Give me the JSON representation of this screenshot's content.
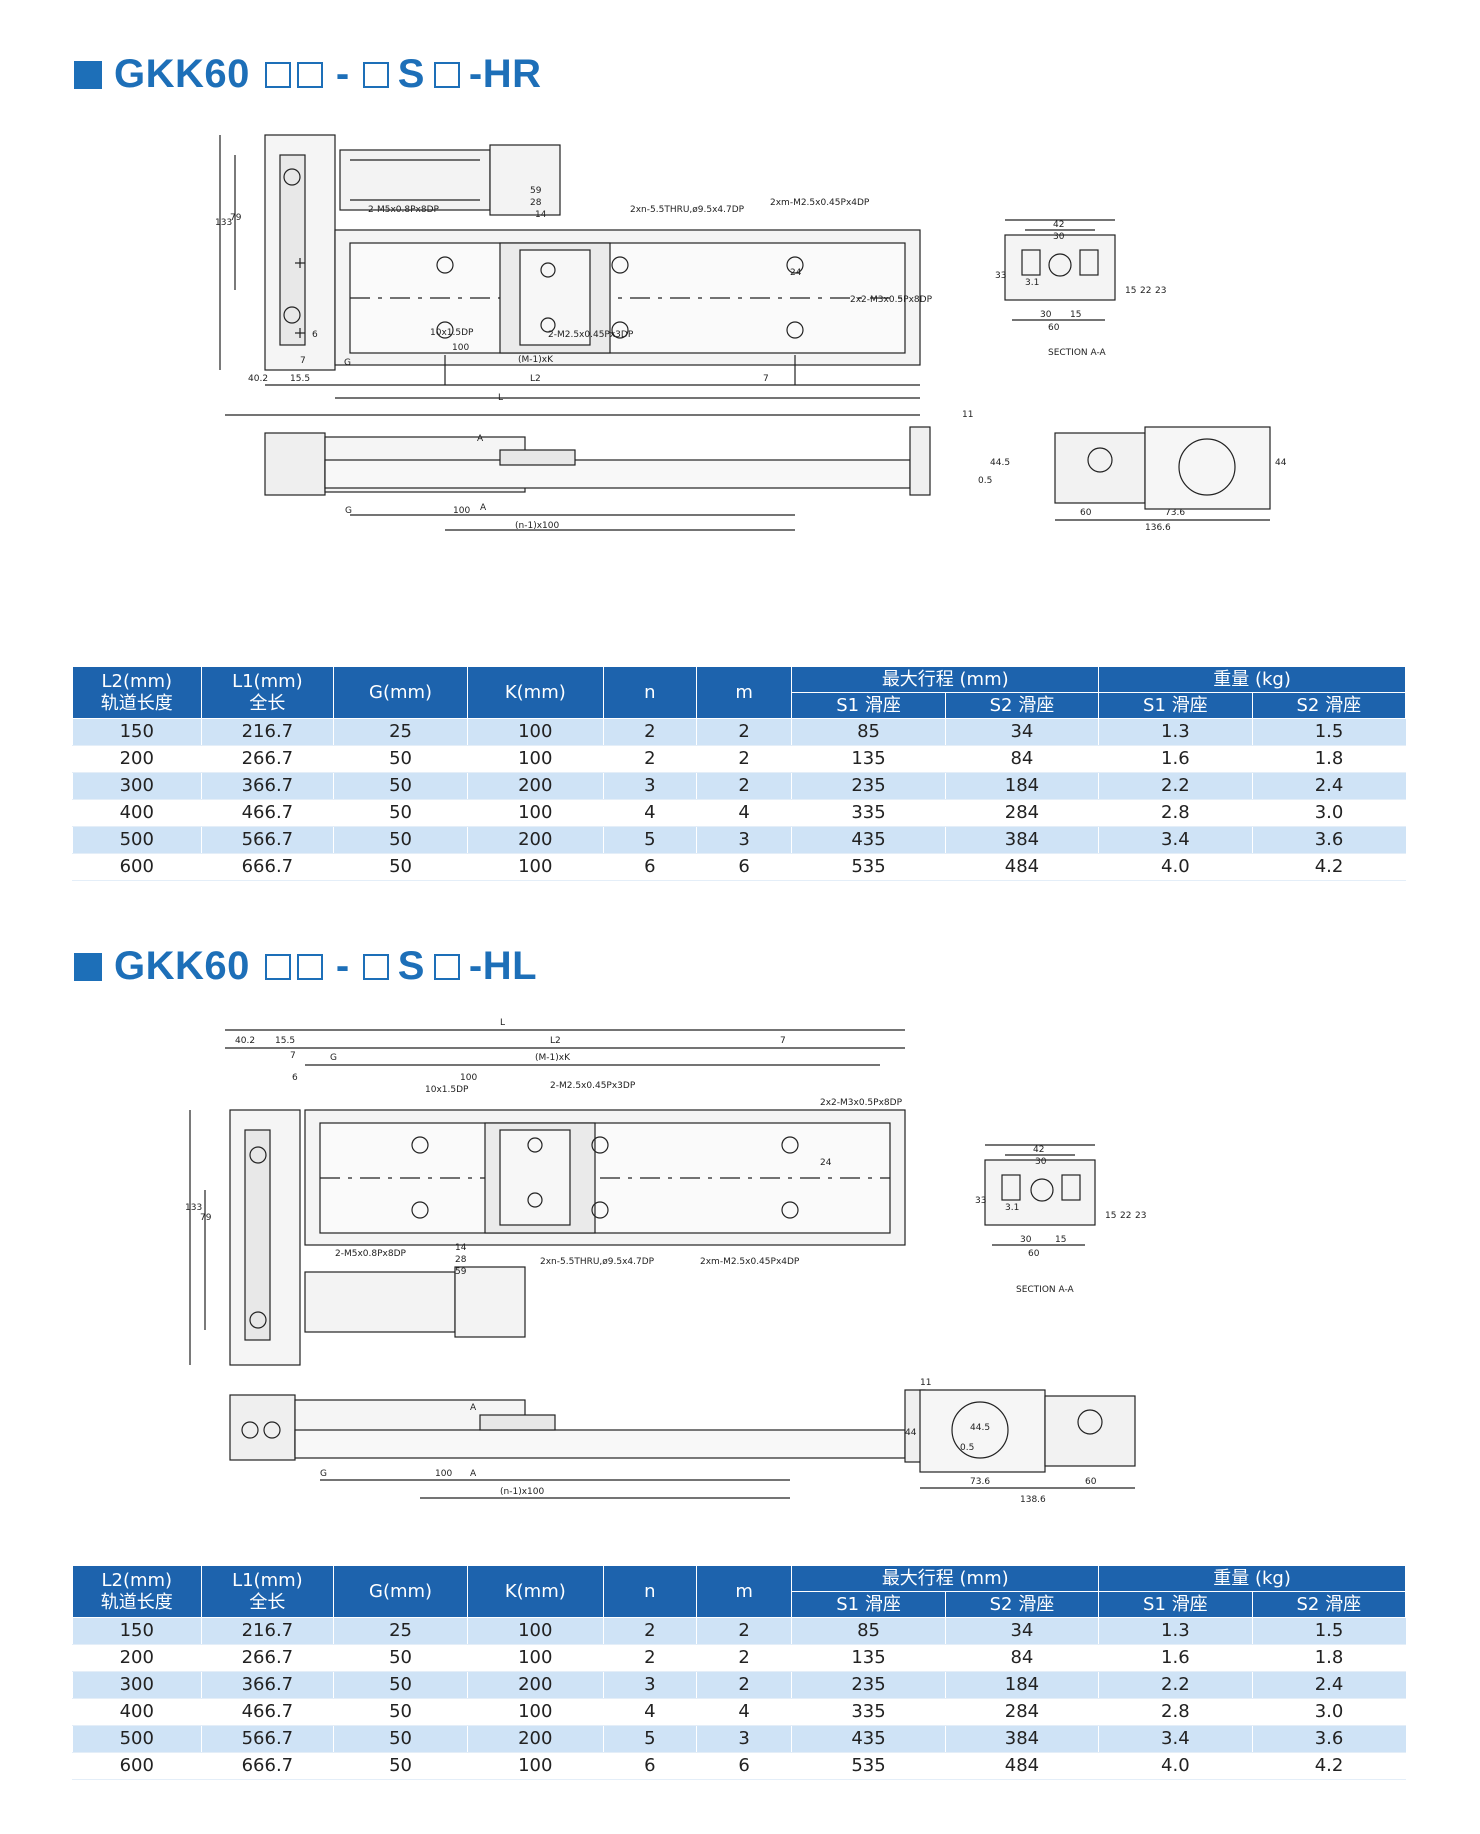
{
  "sections": [
    {
      "title": {
        "prefix": "GKK60",
        "mid": "-",
        "s": "S",
        "suffix": "-HR"
      },
      "drawing": {
        "labels": [
          "59",
          "28",
          "14",
          "2-M5x0.8Px8DP",
          "2xn-5.5THRU,ø9.5x4.7DP",
          "2xm-M2.5x0.45Px4DP",
          "133",
          "79",
          "24",
          "2x2-M3x0.5Px8DP",
          "6",
          "10x1.5DP",
          "2-M2.5x0.45Px3DP",
          "100",
          "7",
          "G",
          "(M-1)xK",
          "40.2",
          "15.5",
          "L2",
          "7",
          "L",
          "11",
          "44.5",
          "0.5",
          "A",
          "A",
          "G",
          "100",
          "(n-1)x100",
          "42",
          "30",
          "33",
          "3.1",
          "15",
          "22",
          "23",
          "30",
          "15",
          "60",
          "SECTION A-A",
          "60",
          "73.6",
          "136.6",
          "44"
        ]
      },
      "table": {
        "headers": {
          "l2": "L2(mm)",
          "l2_sub": "轨道长度",
          "l1": "L1(mm)",
          "l1_sub": "全长",
          "g": "G(mm)",
          "k": "K(mm)",
          "n": "n",
          "m": "m",
          "stroke": "最大行程 (mm)",
          "weight": "重量 (kg)",
          "s1": "S1 滑座",
          "s2": "S2 滑座",
          "s1w": "S1 滑座",
          "s2w": "S2 滑座"
        },
        "rows": [
          [
            "150",
            "216.7",
            "25",
            "100",
            "2",
            "2",
            "85",
            "34",
            "1.3",
            "1.5"
          ],
          [
            "200",
            "266.7",
            "50",
            "100",
            "2",
            "2",
            "135",
            "84",
            "1.6",
            "1.8"
          ],
          [
            "300",
            "366.7",
            "50",
            "200",
            "3",
            "2",
            "235",
            "184",
            "2.2",
            "2.4"
          ],
          [
            "400",
            "466.7",
            "50",
            "100",
            "4",
            "4",
            "335",
            "284",
            "2.8",
            "3.0"
          ],
          [
            "500",
            "566.7",
            "50",
            "200",
            "5",
            "3",
            "435",
            "384",
            "3.4",
            "3.6"
          ],
          [
            "600",
            "666.7",
            "50",
            "100",
            "6",
            "6",
            "535",
            "484",
            "4.0",
            "4.2"
          ]
        ]
      }
    },
    {
      "title": {
        "prefix": "GKK60",
        "mid": "-",
        "s": "S",
        "suffix": "-HL"
      },
      "drawing": {
        "labels": [
          "L",
          "40.2",
          "15.5",
          "7",
          "L2",
          "7",
          "G",
          "(M-1)xK",
          "6",
          "100",
          "10x1.5DP",
          "2-M2.5x0.45Px3DP",
          "2x2-M3x0.5Px8DP",
          "24",
          "133",
          "79",
          "2-M5x0.8Px8DP",
          "14",
          "28",
          "59",
          "2xn-5.5THRU,ø9.5x4.7DP",
          "2xm-M2.5x0.45Px4DP",
          "11",
          "44.5",
          "0.5",
          "A",
          "A",
          "G",
          "100",
          "(n-1)x100",
          "42",
          "30",
          "33",
          "3.1",
          "15",
          "22",
          "23",
          "30",
          "15",
          "60",
          "SECTION A-A",
          "44",
          "73.6",
          "60",
          "138.6"
        ]
      },
      "table": {
        "headers": {
          "l2": "L2(mm)",
          "l2_sub": "轨道长度",
          "l1": "L1(mm)",
          "l1_sub": "全长",
          "g": "G(mm)",
          "k": "K(mm)",
          "n": "n",
          "m": "m",
          "stroke": "最大行程 (mm)",
          "weight": "重量 (kg)",
          "s1": "S1 滑座",
          "s2": "S2 滑座",
          "s1w": "S1 滑座",
          "s2w": "S2 滑座"
        },
        "rows": [
          [
            "150",
            "216.7",
            "25",
            "100",
            "2",
            "2",
            "85",
            "34",
            "1.3",
            "1.5"
          ],
          [
            "200",
            "266.7",
            "50",
            "100",
            "2",
            "2",
            "135",
            "84",
            "1.6",
            "1.8"
          ],
          [
            "300",
            "366.7",
            "50",
            "200",
            "3",
            "2",
            "235",
            "184",
            "2.2",
            "2.4"
          ],
          [
            "400",
            "466.7",
            "50",
            "100",
            "4",
            "4",
            "335",
            "284",
            "2.8",
            "3.0"
          ],
          [
            "500",
            "566.7",
            "50",
            "200",
            "5",
            "3",
            "435",
            "384",
            "3.4",
            "3.6"
          ],
          [
            "600",
            "666.7",
            "50",
            "100",
            "6",
            "6",
            "535",
            "484",
            "4.0",
            "4.2"
          ]
        ]
      }
    }
  ]
}
